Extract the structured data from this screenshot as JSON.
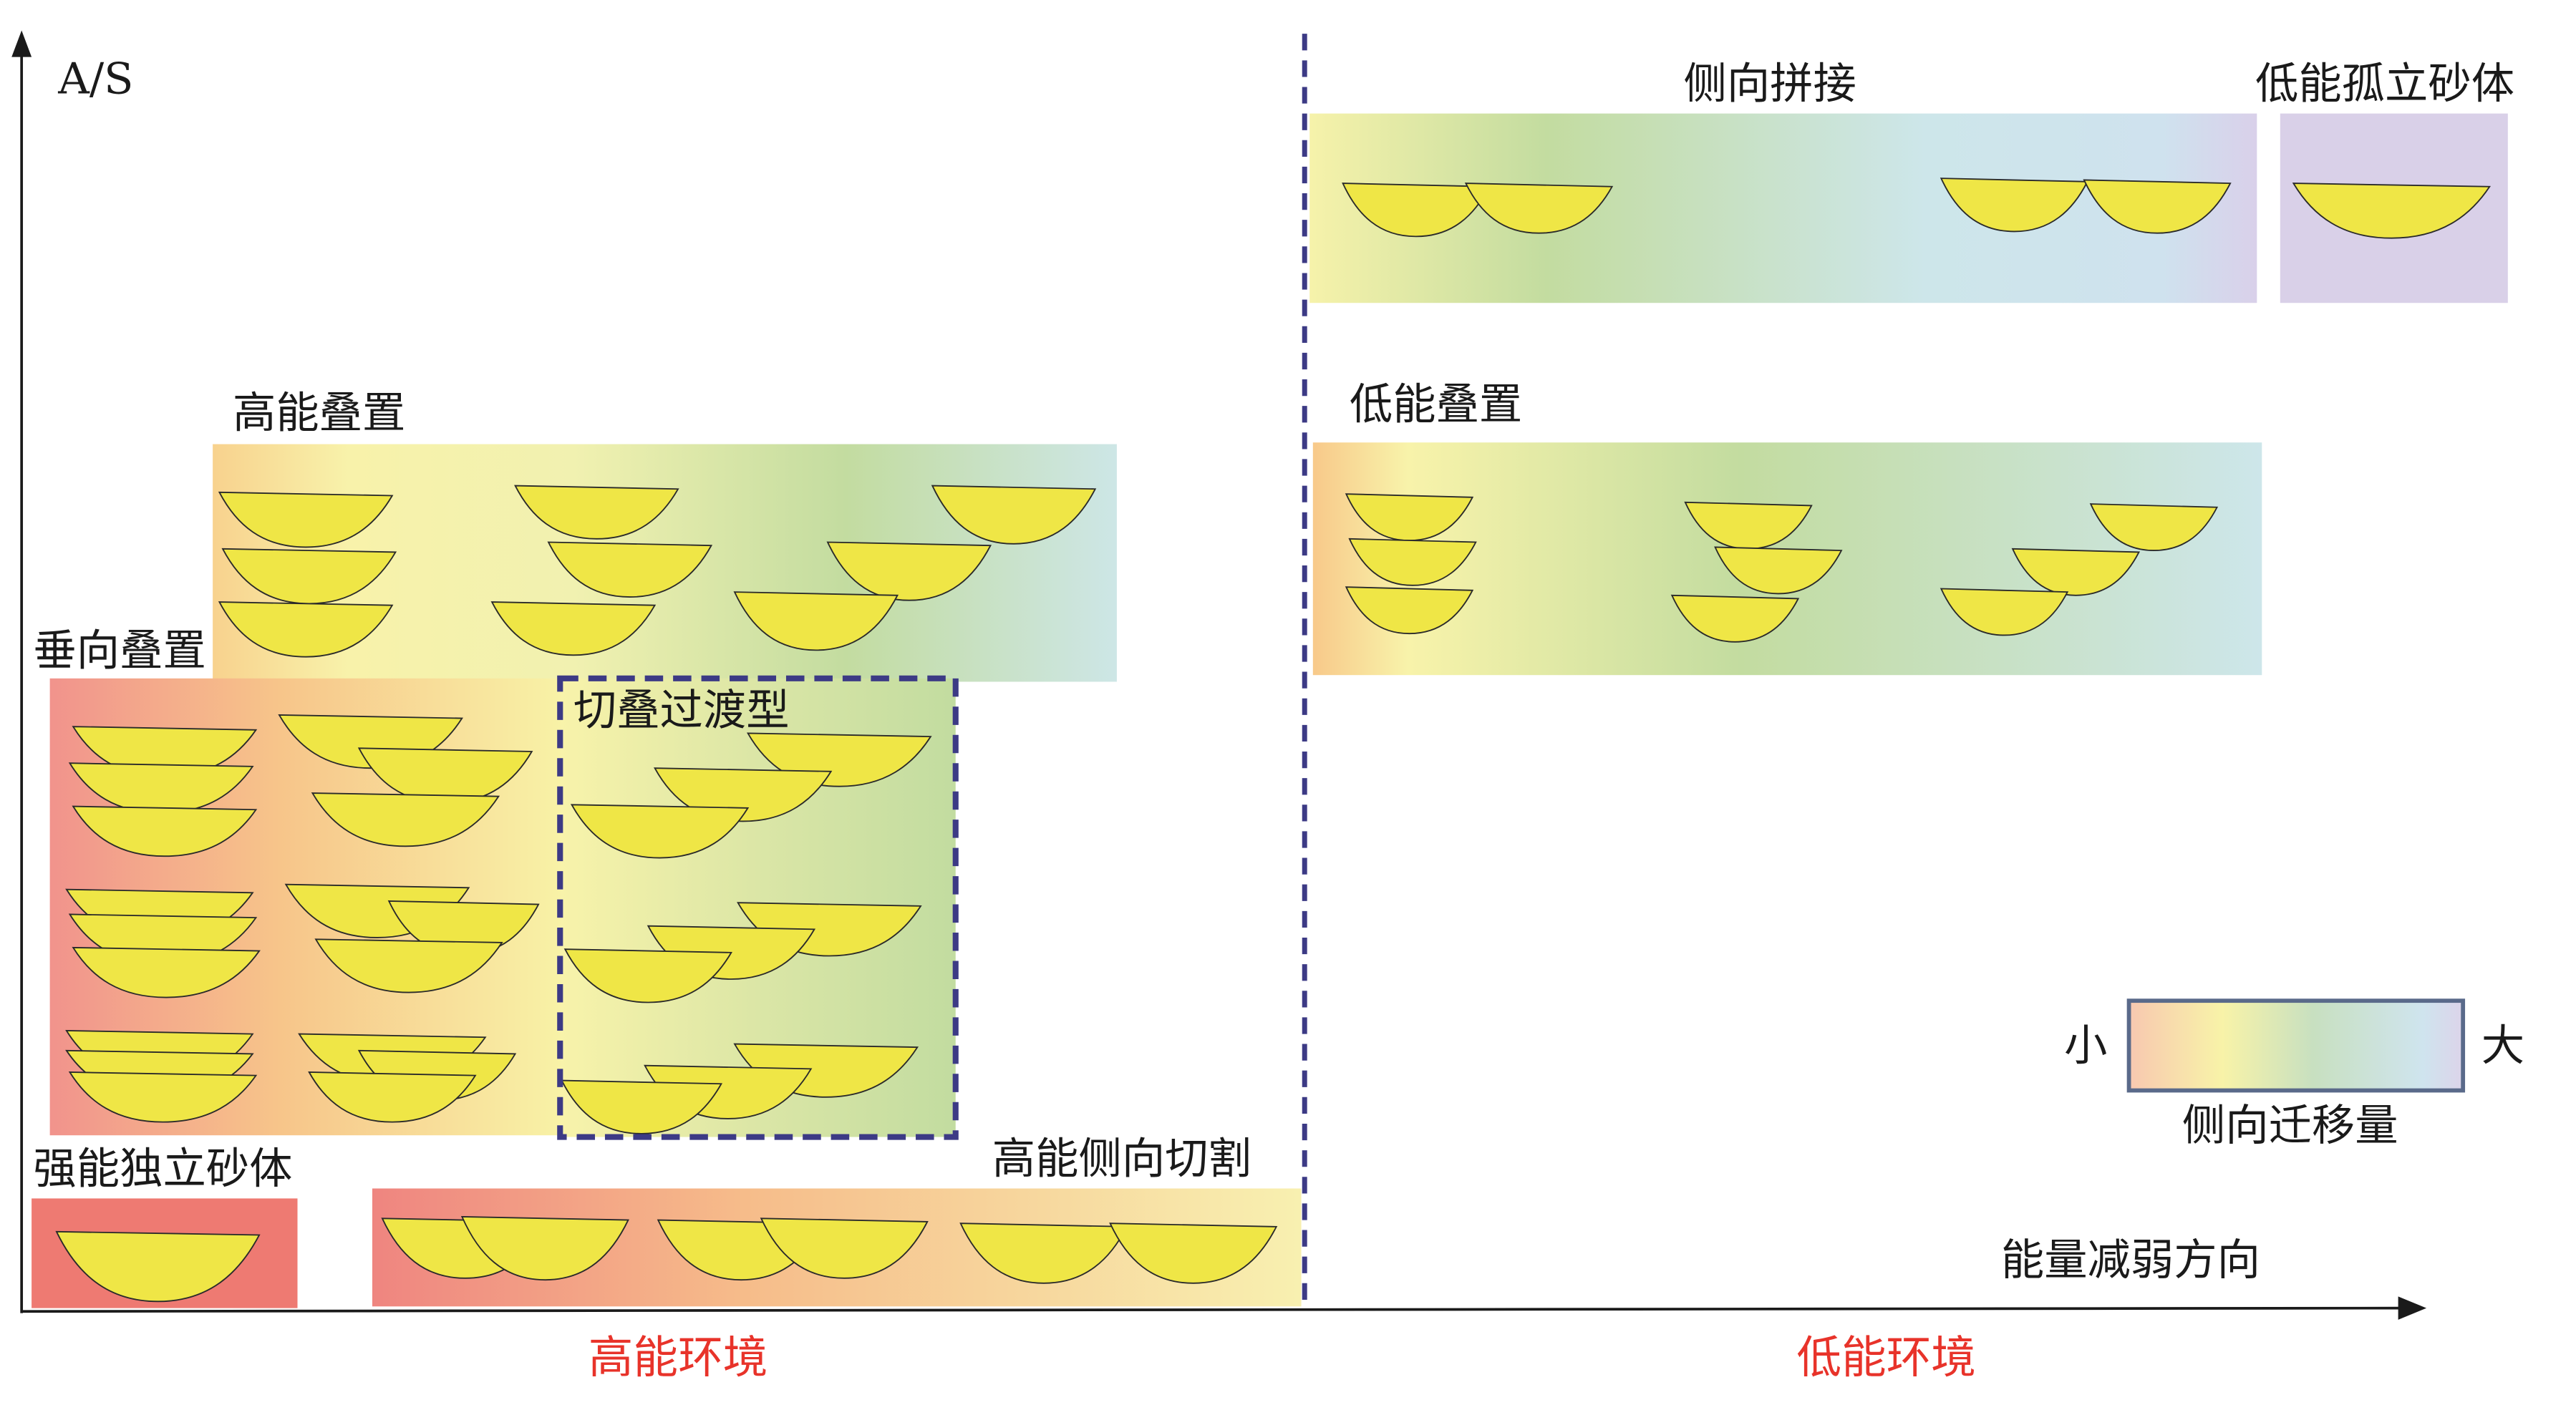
{
  "axes": {
    "y_label": "A/S",
    "x_label": "能量减弱方向"
  },
  "environments": {
    "high": "高能环境",
    "low": "低能环境",
    "color": "#e8332a"
  },
  "categories": {
    "high_energy_stacking": "高能叠置",
    "vertical_stacking": "垂向叠置",
    "cut_stack_transition": "切叠过渡型",
    "strong_isolated_sand": "强能独立砂体",
    "high_energy_lateral_cut": "高能侧向切割",
    "lateral_splicing": "侧向拼接",
    "low_energy_isolated_sand": "低能孤立砂体",
    "low_energy_stacking": "低能叠置"
  },
  "legend": {
    "min_label": "小",
    "max_label": "大",
    "title": "侧向迁移量"
  },
  "colors": {
    "sand_body": "#efe646",
    "dashed": "#3c3a85",
    "legend_border": "#5a6a8a"
  }
}
